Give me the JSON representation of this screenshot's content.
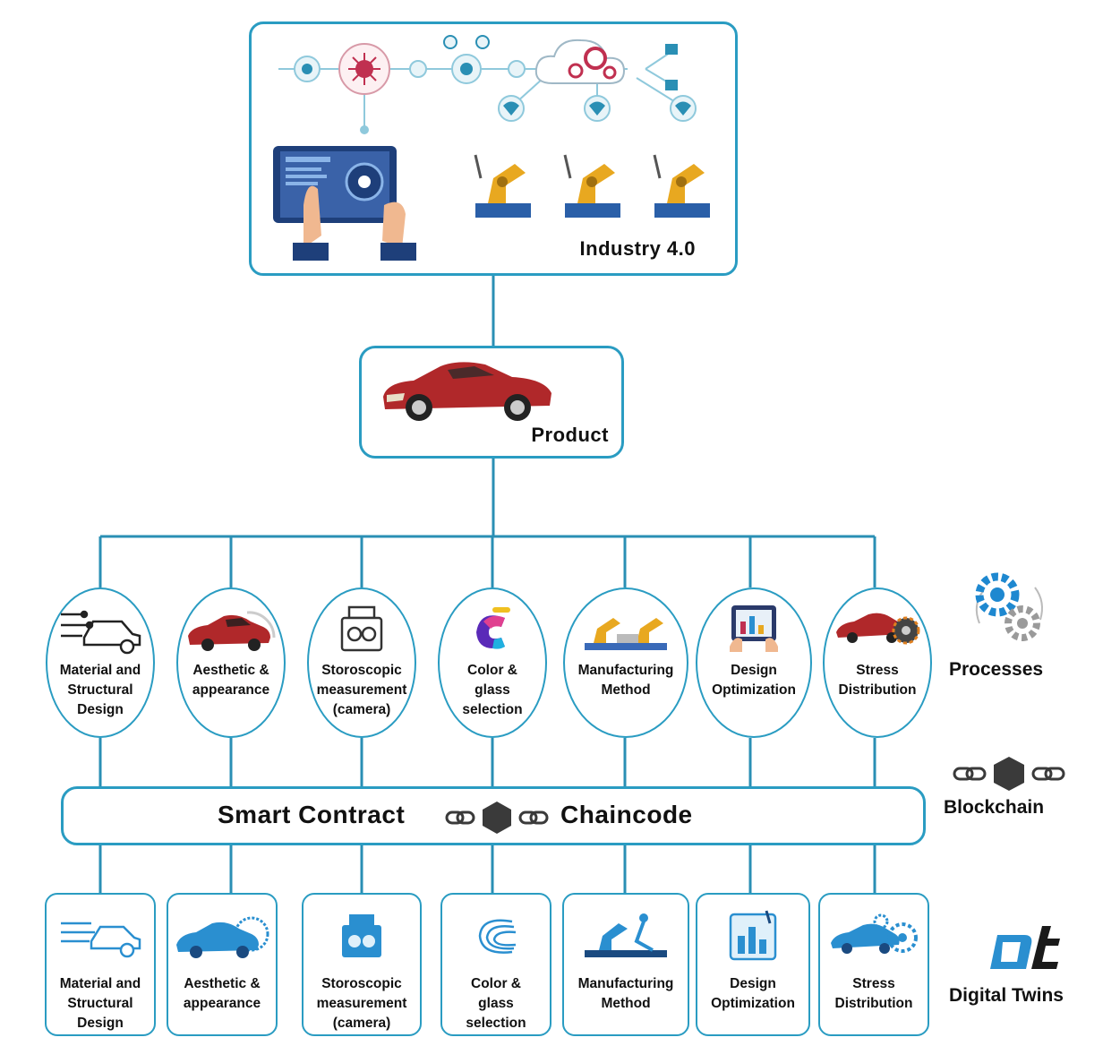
{
  "industry": {
    "caption": "Industry 4.0"
  },
  "product": {
    "caption": "Product"
  },
  "contract": {
    "left_text": "Smart Contract",
    "right_text": "Chaincode"
  },
  "processes": [
    {
      "label": "Material and\nStructural\nDesign",
      "icon": "car-circuit-icon"
    },
    {
      "label": "Aesthetic &\nappearance",
      "icon": "red-car-speedometer-icon"
    },
    {
      "label": "Storoscopic\nmeasurement\n(camera)",
      "icon": "stereo-camera-icon"
    },
    {
      "label": "Color &\nglass\nselection",
      "icon": "color-glass-icon"
    },
    {
      "label": "Manufacturing\nMethod",
      "icon": "robot-arm-icon"
    },
    {
      "label": "Design\nOptimization",
      "icon": "tablet-optimization-icon"
    },
    {
      "label": "Stress\nDistribution",
      "icon": "car-gear-icon"
    }
  ],
  "twins": [
    {
      "label": "Material and\nStructural\nDesign",
      "icon": "car-circuit-twin-icon"
    },
    {
      "label": "Aesthetic &\nappearance",
      "icon": "car-speedometer-twin-icon"
    },
    {
      "label": "Storoscopic\nmeasurement\n(camera)",
      "icon": "stereo-camera-twin-icon"
    },
    {
      "label": "Color &\nglass\nselection",
      "icon": "glass-layers-twin-icon"
    },
    {
      "label": "Manufacturing\nMethod",
      "icon": "robot-arm-twin-icon"
    },
    {
      "label": "Design\nOptimization",
      "icon": "design-twin-icon"
    },
    {
      "label": "Stress\nDistribution",
      "icon": "car-gear-twin-icon"
    }
  ],
  "legend": {
    "processes": "Processes",
    "blockchain": "Blockchain",
    "digital_twins": "Digital Twins",
    "digital_twins_logo_text": "DT"
  },
  "colors": {
    "accent": "#2a9cc2",
    "car_red": "#b0282a",
    "robot_yellow": "#e8a820",
    "gear_blue": "#1e88d0",
    "chain_dark": "#3a3a3a",
    "twin_blue": "#2a8fd0"
  }
}
